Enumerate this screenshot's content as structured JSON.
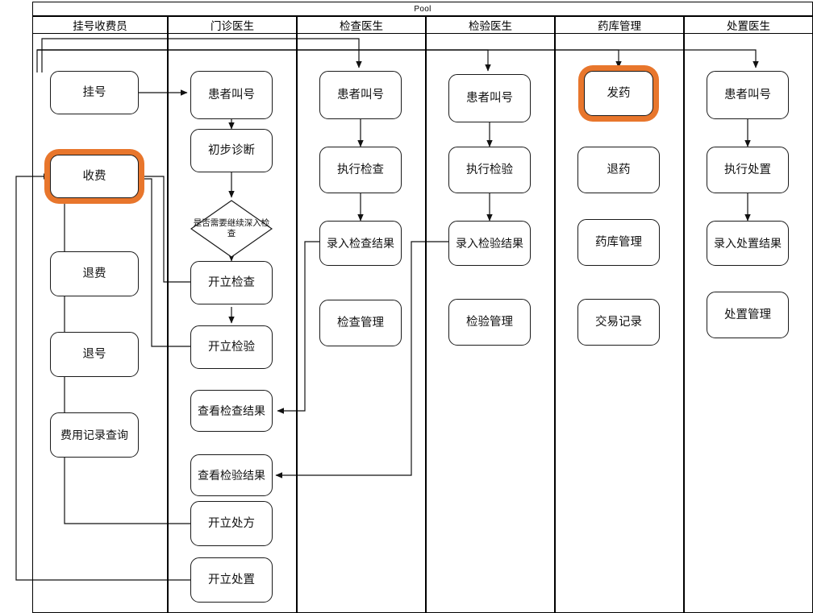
{
  "pool": {
    "title": "Pool"
  },
  "lanes": [
    {
      "id": "lane-registration",
      "label": "挂号收费员"
    },
    {
      "id": "lane-outpatient",
      "label": "门诊医生"
    },
    {
      "id": "lane-examination",
      "label": "检查医生"
    },
    {
      "id": "lane-laboratory",
      "label": "检验医生"
    },
    {
      "id": "lane-pharmacy",
      "label": "药库管理"
    },
    {
      "id": "lane-treatment",
      "label": "处置医生"
    }
  ],
  "nodes": {
    "registration": [
      {
        "id": "n-guahao",
        "label": "挂号",
        "highlight": false
      },
      {
        "id": "n-shoufei",
        "label": "收费",
        "highlight": true
      },
      {
        "id": "n-tuifei",
        "label": "退费",
        "highlight": false
      },
      {
        "id": "n-tuihao",
        "label": "退号",
        "highlight": false
      },
      {
        "id": "n-feiyong",
        "label": "费用记录查询",
        "highlight": false
      }
    ],
    "outpatient": [
      {
        "id": "n-op-jiaohao",
        "label": "患者叫号",
        "highlight": false
      },
      {
        "id": "n-op-chubu",
        "label": "初步诊断",
        "highlight": false
      },
      {
        "id": "n-op-kaijiancha",
        "label": "开立检查",
        "highlight": false
      },
      {
        "id": "n-op-kaijianyan",
        "label": "开立检验",
        "highlight": false
      },
      {
        "id": "n-op-chakanjc",
        "label": "查看检查结果",
        "highlight": false
      },
      {
        "id": "n-op-chakanjy",
        "label": "查看检验结果",
        "highlight": false
      },
      {
        "id": "n-op-chufang",
        "label": "开立处方",
        "highlight": false
      },
      {
        "id": "n-op-chuzhi",
        "label": "开立处置",
        "highlight": false
      }
    ],
    "examination": [
      {
        "id": "n-ex-jiaohao",
        "label": "患者叫号",
        "highlight": false
      },
      {
        "id": "n-ex-zhixing",
        "label": "执行检查",
        "highlight": false
      },
      {
        "id": "n-ex-luru",
        "label": "录入检查结果",
        "highlight": false
      },
      {
        "id": "n-ex-guanli",
        "label": "检查管理",
        "highlight": false
      }
    ],
    "laboratory": [
      {
        "id": "n-lb-jiaohao",
        "label": "患者叫号",
        "highlight": false
      },
      {
        "id": "n-lb-zhixing",
        "label": "执行检验",
        "highlight": false
      },
      {
        "id": "n-lb-luru",
        "label": "录入检验结果",
        "highlight": false
      },
      {
        "id": "n-lb-guanli",
        "label": "检验管理",
        "highlight": false
      }
    ],
    "pharmacy": [
      {
        "id": "n-ph-fayao",
        "label": "发药",
        "highlight": true
      },
      {
        "id": "n-ph-tuiyao",
        "label": "退药",
        "highlight": false
      },
      {
        "id": "n-ph-kuguan",
        "label": "药库管理",
        "highlight": false
      },
      {
        "id": "n-ph-jiaoyi",
        "label": "交易记录",
        "highlight": false
      }
    ],
    "treatment": [
      {
        "id": "n-tr-jiaohao",
        "label": "患者叫号",
        "highlight": false
      },
      {
        "id": "n-tr-zhixing",
        "label": "执行处置",
        "highlight": false
      },
      {
        "id": "n-tr-luru",
        "label": "录入处置结果",
        "highlight": false
      },
      {
        "id": "n-tr-guanli",
        "label": "处置管理",
        "highlight": false
      }
    ]
  },
  "decisions": [
    {
      "id": "d-shenru",
      "label": "是否需要继续深入检查"
    }
  ],
  "colors": {
    "highlight": "#E8762C",
    "stroke": "#1a1a1a",
    "lane_border": "#000000",
    "node_fill": "#FFFFFF",
    "background": "#FFFFFF"
  }
}
